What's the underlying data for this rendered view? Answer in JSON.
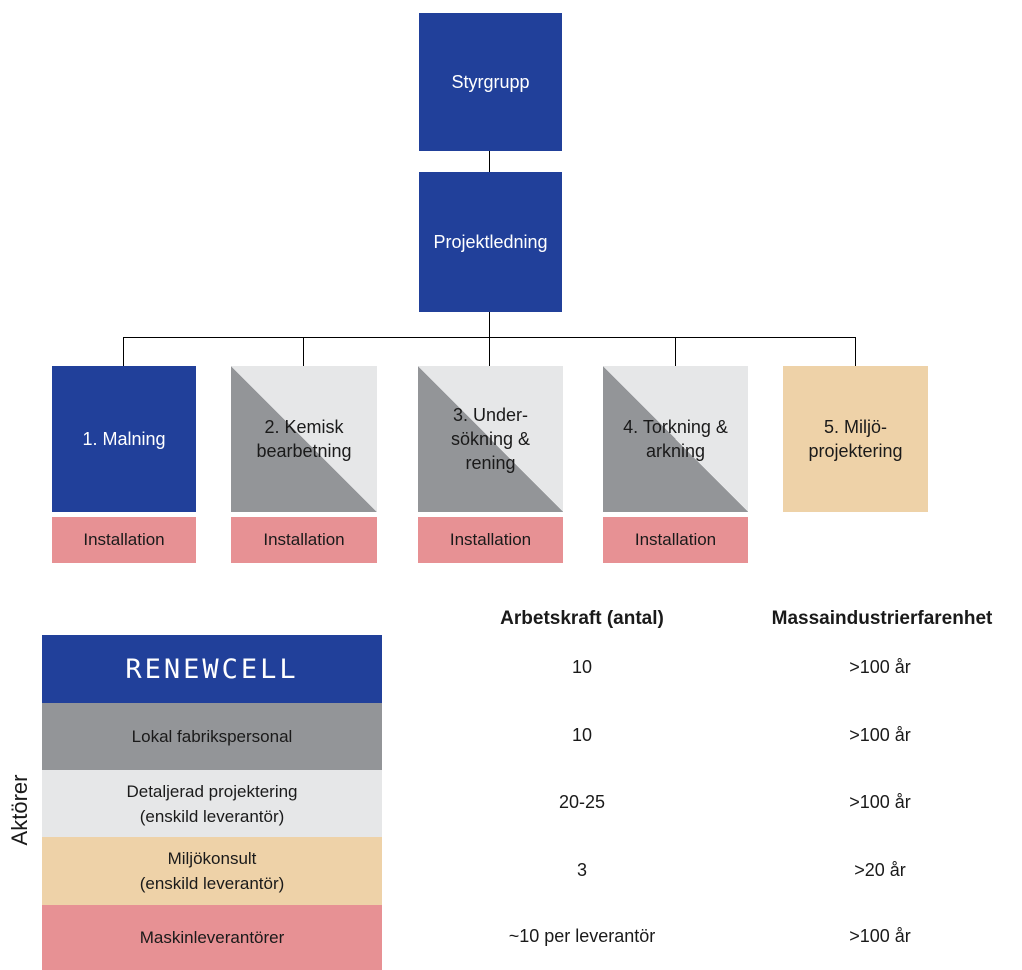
{
  "org_chart": {
    "top": "Styrgrupp",
    "middle": "Projektledning",
    "branches": [
      {
        "label": "1. Malning",
        "sub": "Installation"
      },
      {
        "label": "2. Kemisk bearbetning",
        "sub": "Installation"
      },
      {
        "label": "3. Under-sökning & rening",
        "sub": "Installation"
      },
      {
        "label": "4. Torkning & arkning",
        "sub": "Installation"
      },
      {
        "label": "5. Miljö-projektering",
        "sub": ""
      }
    ]
  },
  "table": {
    "side_label": "Aktörer",
    "headers": [
      "Arbetskraft (antal)",
      "Massaindustrierfarenhet"
    ],
    "rows": [
      {
        "actor": "RENEWCELL",
        "workforce": "10",
        "experience": ">100 år"
      },
      {
        "actor": "Lokal fabrikspersonal",
        "workforce": "10",
        "experience": ">100 år"
      },
      {
        "actor": "Detaljerad projektering",
        "actor_sub": "(enskild leverantör)",
        "workforce": "20-25",
        "experience": ">100 år"
      },
      {
        "actor": "Miljökonsult",
        "actor_sub": "(enskild leverantör)",
        "workforce": "3",
        "experience": ">20 år"
      },
      {
        "actor": "Maskinleverantörer",
        "workforce": "~10 per leverantör",
        "experience": ">100 år"
      }
    ]
  },
  "colors": {
    "blue": "#21409a",
    "dark_gray": "#939598",
    "light_gray": "#e6e7e8",
    "tan": "#eed2a8",
    "pink": "#e79194"
  }
}
